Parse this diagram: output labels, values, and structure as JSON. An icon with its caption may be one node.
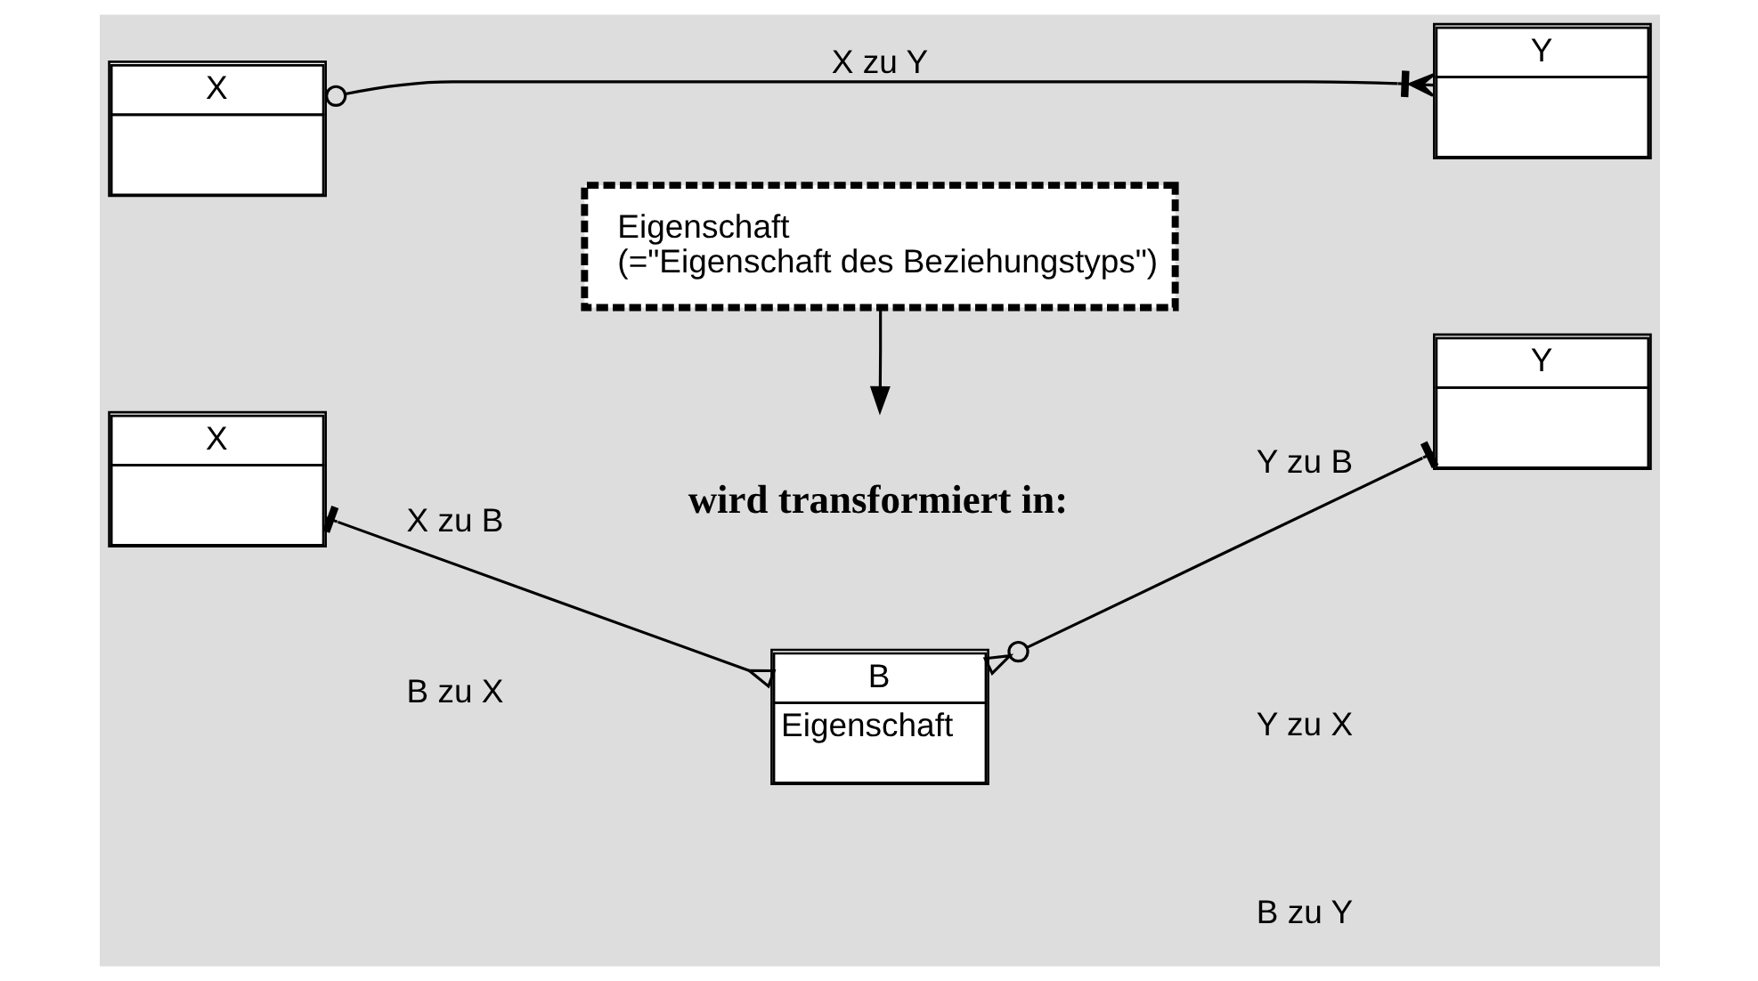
{
  "diagram": {
    "nodes": [
      {
        "text": [
          "X"
        ]
      },
      {
        "text": [
          "Y"
        ]
      },
      {
        "text": [
          "Eigenschaft",
          "(=\"Eigenschaft des Beziehungstyps\")"
        ]
      },
      {
        "text": [
          "X"
        ]
      },
      {
        "text": [
          "B",
          "Eigenschaft"
        ]
      },
      {
        "text": [
          "Y"
        ]
      }
    ],
    "edges": [
      {
        "from": 0,
        "to": 1,
        "arrow": "other",
        "label": "X zu Y"
      },
      {
        "from": 2,
        "to": null,
        "arrow": "to"
      },
      {
        "from": 3,
        "to": 4,
        "arrow": "other",
        "label": "X zu B"
      },
      {
        "from": 4,
        "to": 5,
        "arrow": "other",
        "label": "Y zu B"
      }
    ],
    "labels": [
      "Y zu X",
      "wird transformiert in:",
      "B zu X",
      "B zu Y"
    ]
  }
}
